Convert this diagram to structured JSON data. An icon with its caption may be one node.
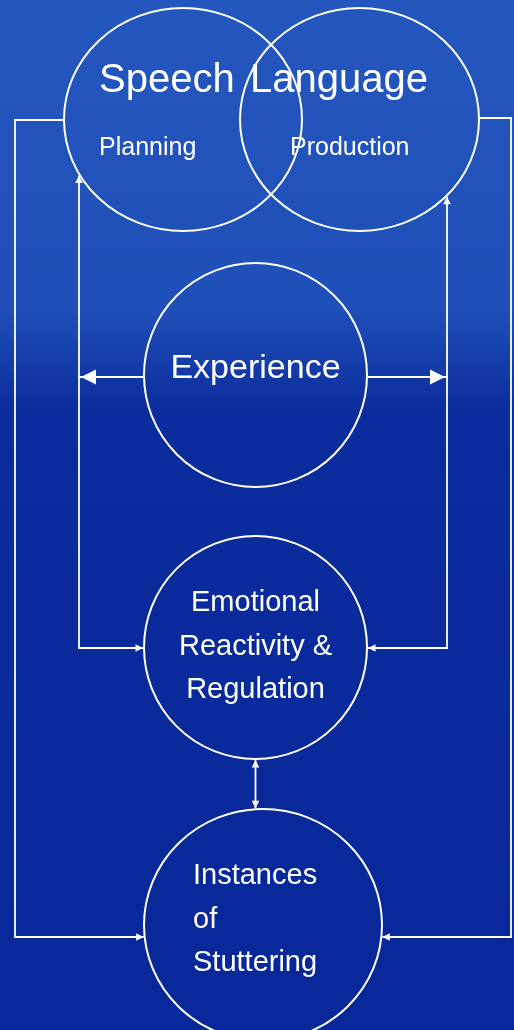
{
  "diagram": {
    "nodes": [
      {
        "text": [
          "Speech",
          "Planning"
        ]
      },
      {
        "text": [
          "Language",
          "Production"
        ]
      },
      {
        "text": [
          "Experience"
        ]
      },
      {
        "text": [
          "Emotional Reactivity  & Regulation"
        ]
      },
      {
        "text": [
          "Instances of Stuttering"
        ]
      }
    ],
    "edges": [
      {
        "from": 2,
        "to": 0,
        "arrow": "to"
      },
      {
        "from": 2,
        "to": 3,
        "arrow": "to"
      },
      {
        "from": 2,
        "to": 1,
        "arrow": "to"
      },
      {
        "from": 2,
        "to": 3,
        "arrow": "to"
      },
      {
        "from": 3,
        "to": 4,
        "arrow": "both"
      },
      {
        "from": 0,
        "to": 4,
        "arrow": "to"
      },
      {
        "from": 1,
        "to": 4,
        "arrow": "to"
      }
    ]
  }
}
